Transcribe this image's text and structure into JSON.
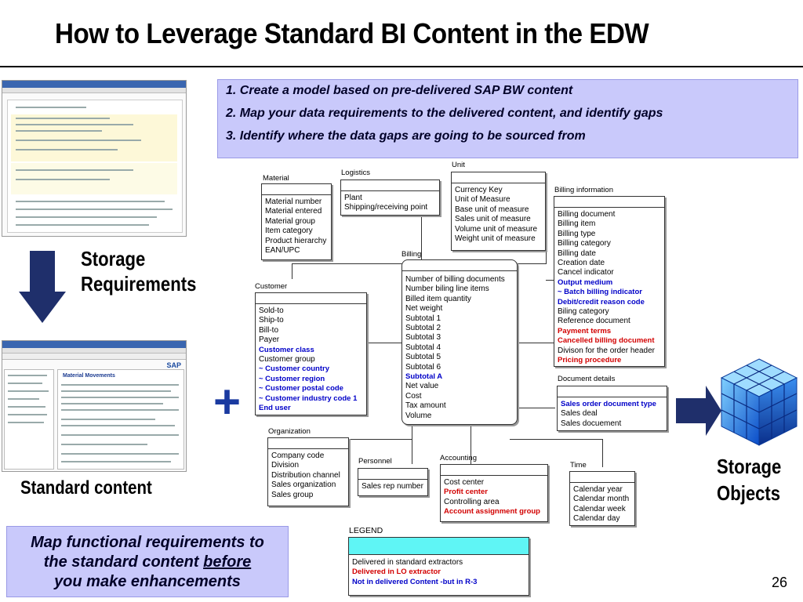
{
  "title": "How to Leverage Standard BI Content in the EDW",
  "steps": [
    "1. Create a model based on pre-delivered SAP BW content",
    "2. Map your data requirements to the delivered content, and identify gaps",
    "3. Identify where the data gaps are going to be sourced from"
  ],
  "labels": {
    "storage_requirements_1": "Storage",
    "storage_requirements_2": "Requirements",
    "standard_content": "Standard content",
    "storage_objects_1": "Storage",
    "storage_objects_2": "Objects"
  },
  "callout": {
    "line1": "Map functional requirements to",
    "line2a": "the standard content ",
    "line2b": "before",
    "line3": "you make enhancements"
  },
  "entities": {
    "material": {
      "label": "Material",
      "rows": [
        "Material number",
        "Material entered",
        "Material group",
        "Item category",
        "Product hierarchy",
        "EAN/UPC"
      ]
    },
    "logistics": {
      "label": "Logistics",
      "rows": [
        "Plant",
        "Shipping/receiving point"
      ]
    },
    "unit": {
      "label": "Unit",
      "rows": [
        "Currency Key",
        "Unit of Measure",
        "Base unit of measure",
        "Sales unit of measure",
        "Volume unit of measure",
        "Weight unit of measure"
      ]
    },
    "billing_info": {
      "label": "Billing information",
      "rows": [
        {
          "t": "Billing document",
          "c": ""
        },
        {
          "t": "Billing item",
          "c": ""
        },
        {
          "t": "Billing type",
          "c": ""
        },
        {
          "t": "Billing category",
          "c": ""
        },
        {
          "t": "Billing date",
          "c": ""
        },
        {
          "t": "Creation date",
          "c": ""
        },
        {
          "t": "Cancel indicator",
          "c": ""
        },
        {
          "t": "Output medium",
          "c": "blue"
        },
        {
          "t": "~ Batch billing indicator",
          "c": "blue"
        },
        {
          "t": "Debit/credit reason code",
          "c": "blue"
        },
        {
          "t": "Biling category",
          "c": ""
        },
        {
          "t": "Reference document",
          "c": ""
        },
        {
          "t": "Payment terms",
          "c": "red"
        },
        {
          "t": "Cancelled billing document",
          "c": "red"
        },
        {
          "t": "Divison for the order header",
          "c": ""
        },
        {
          "t": "Pricing procedure",
          "c": "red"
        }
      ]
    },
    "billing": {
      "label": "Billing",
      "rows": [
        {
          "t": "Number of billing documents",
          "c": ""
        },
        {
          "t": "Number biling line items",
          "c": ""
        },
        {
          "t": "Billed item quantity",
          "c": ""
        },
        {
          "t": "Net weight",
          "c": ""
        },
        {
          "t": "Subtotal 1",
          "c": ""
        },
        {
          "t": "Subtotal 2",
          "c": ""
        },
        {
          "t": "Subtotal 3",
          "c": ""
        },
        {
          "t": "Subtotal 4",
          "c": ""
        },
        {
          "t": "Subtotal 5",
          "c": ""
        },
        {
          "t": "Subtotal 6",
          "c": ""
        },
        {
          "t": "Subtotal A",
          "c": "blue"
        },
        {
          "t": "Net value",
          "c": ""
        },
        {
          "t": "Cost",
          "c": ""
        },
        {
          "t": "Tax amount",
          "c": ""
        },
        {
          "t": "Volume",
          "c": ""
        }
      ]
    },
    "customer": {
      "label": "Customer",
      "rows": [
        {
          "t": "Sold-to",
          "c": ""
        },
        {
          "t": "Ship-to",
          "c": ""
        },
        {
          "t": "Bill-to",
          "c": ""
        },
        {
          "t": "Payer",
          "c": ""
        },
        {
          "t": "Customer class",
          "c": "blue"
        },
        {
          "t": "Customer group",
          "c": ""
        },
        {
          "t": "~ Customer country",
          "c": "blue"
        },
        {
          "t": "~ Customer region",
          "c": "blue"
        },
        {
          "t": "~ Customer postal code",
          "c": "blue"
        },
        {
          "t": "~ Customer industry code 1",
          "c": "blue"
        },
        {
          "t": "End user",
          "c": "blue"
        }
      ]
    },
    "document_details": {
      "label": "Document details",
      "rows": [
        {
          "t": "Sales order document type",
          "c": "blue"
        },
        {
          "t": "Sales deal",
          "c": ""
        },
        {
          "t": "Sales docuement",
          "c": ""
        }
      ]
    },
    "organization": {
      "label": "Organization",
      "rows": [
        "Company code",
        "Division",
        "Distribution channel",
        "Sales organization",
        "Sales group"
      ]
    },
    "personnel": {
      "label": "Personnel",
      "rows": [
        "Sales rep number"
      ]
    },
    "accounting": {
      "label": "Accounting",
      "rows": [
        {
          "t": "Cost center",
          "c": ""
        },
        {
          "t": "Profit center",
          "c": "red"
        },
        {
          "t": "Controlling area",
          "c": ""
        },
        {
          "t": "Account assignment group",
          "c": "red"
        }
      ]
    },
    "time": {
      "label": "Time",
      "rows": [
        "Calendar year",
        "Calendar month",
        "Calendar week",
        "Calendar day"
      ]
    }
  },
  "legend": {
    "label": "LEGEND",
    "rows": [
      {
        "t": "Delivered in standard extractors",
        "c": ""
      },
      {
        "t": "Delivered in LO extractor",
        "c": "red"
      },
      {
        "t": "Not in delivered Content -but in R-3",
        "c": "blue"
      }
    ]
  },
  "page_number": "26"
}
